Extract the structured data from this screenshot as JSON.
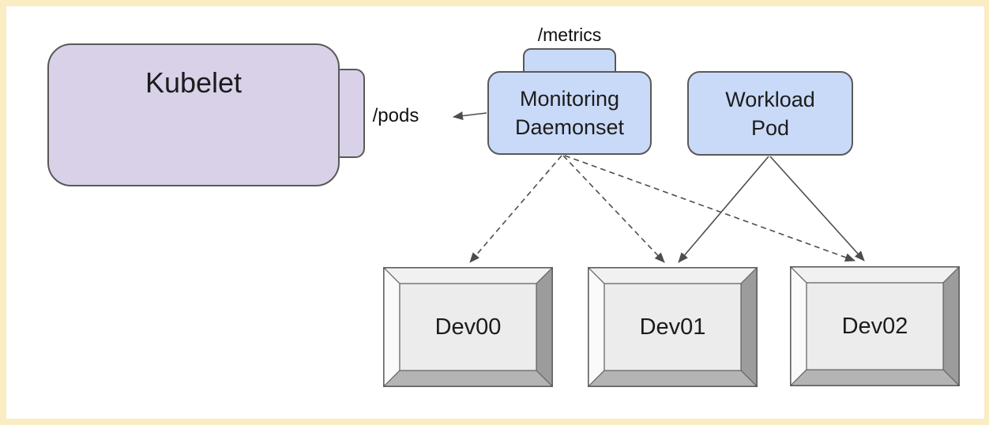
{
  "diagram": {
    "title_hint": "Kubernetes device monitoring topology",
    "nodes": {
      "kubelet": {
        "label": "Kubelet"
      },
      "pods_endpoint": {
        "label": "/pods"
      },
      "metrics_endpoint": {
        "label": "/metrics"
      },
      "monitoring_daemonset": {
        "label": "Monitoring\nDaemonset"
      },
      "workload_pod": {
        "label": "Workload\nPod"
      },
      "devices": [
        {
          "label": "Dev00"
        },
        {
          "label": "Dev01"
        },
        {
          "label": "Dev02"
        }
      ]
    },
    "edges": [
      {
        "from": "monitoring_daemonset",
        "to": "pods_endpoint",
        "style": "solid-arrow"
      },
      {
        "from": "monitoring_daemonset",
        "to": "Dev00",
        "style": "dashed-arrow"
      },
      {
        "from": "monitoring_daemonset",
        "to": "Dev01",
        "style": "dashed-arrow"
      },
      {
        "from": "monitoring_daemonset",
        "to": "Dev02",
        "style": "dashed-arrow"
      },
      {
        "from": "workload_pod",
        "to": "Dev01",
        "style": "solid-arrow"
      },
      {
        "from": "workload_pod",
        "to": "Dev02",
        "style": "solid-arrow"
      }
    ],
    "colors": {
      "frame_border": "#faecc3",
      "canvas": "#ffffff",
      "kubelet_fill": "#d8d1e8",
      "pod_fill": "#c9daf8",
      "node_border": "#595959",
      "device_face": "#ececec",
      "device_bevel_top": "#f1f1f1",
      "device_bevel_left": "#fafafa",
      "device_bevel_right": "#9c9c9c",
      "device_bevel_bottom": "#b4b4b4",
      "arrow": "#4d4d4d",
      "text": "#1c1c1c"
    }
  }
}
